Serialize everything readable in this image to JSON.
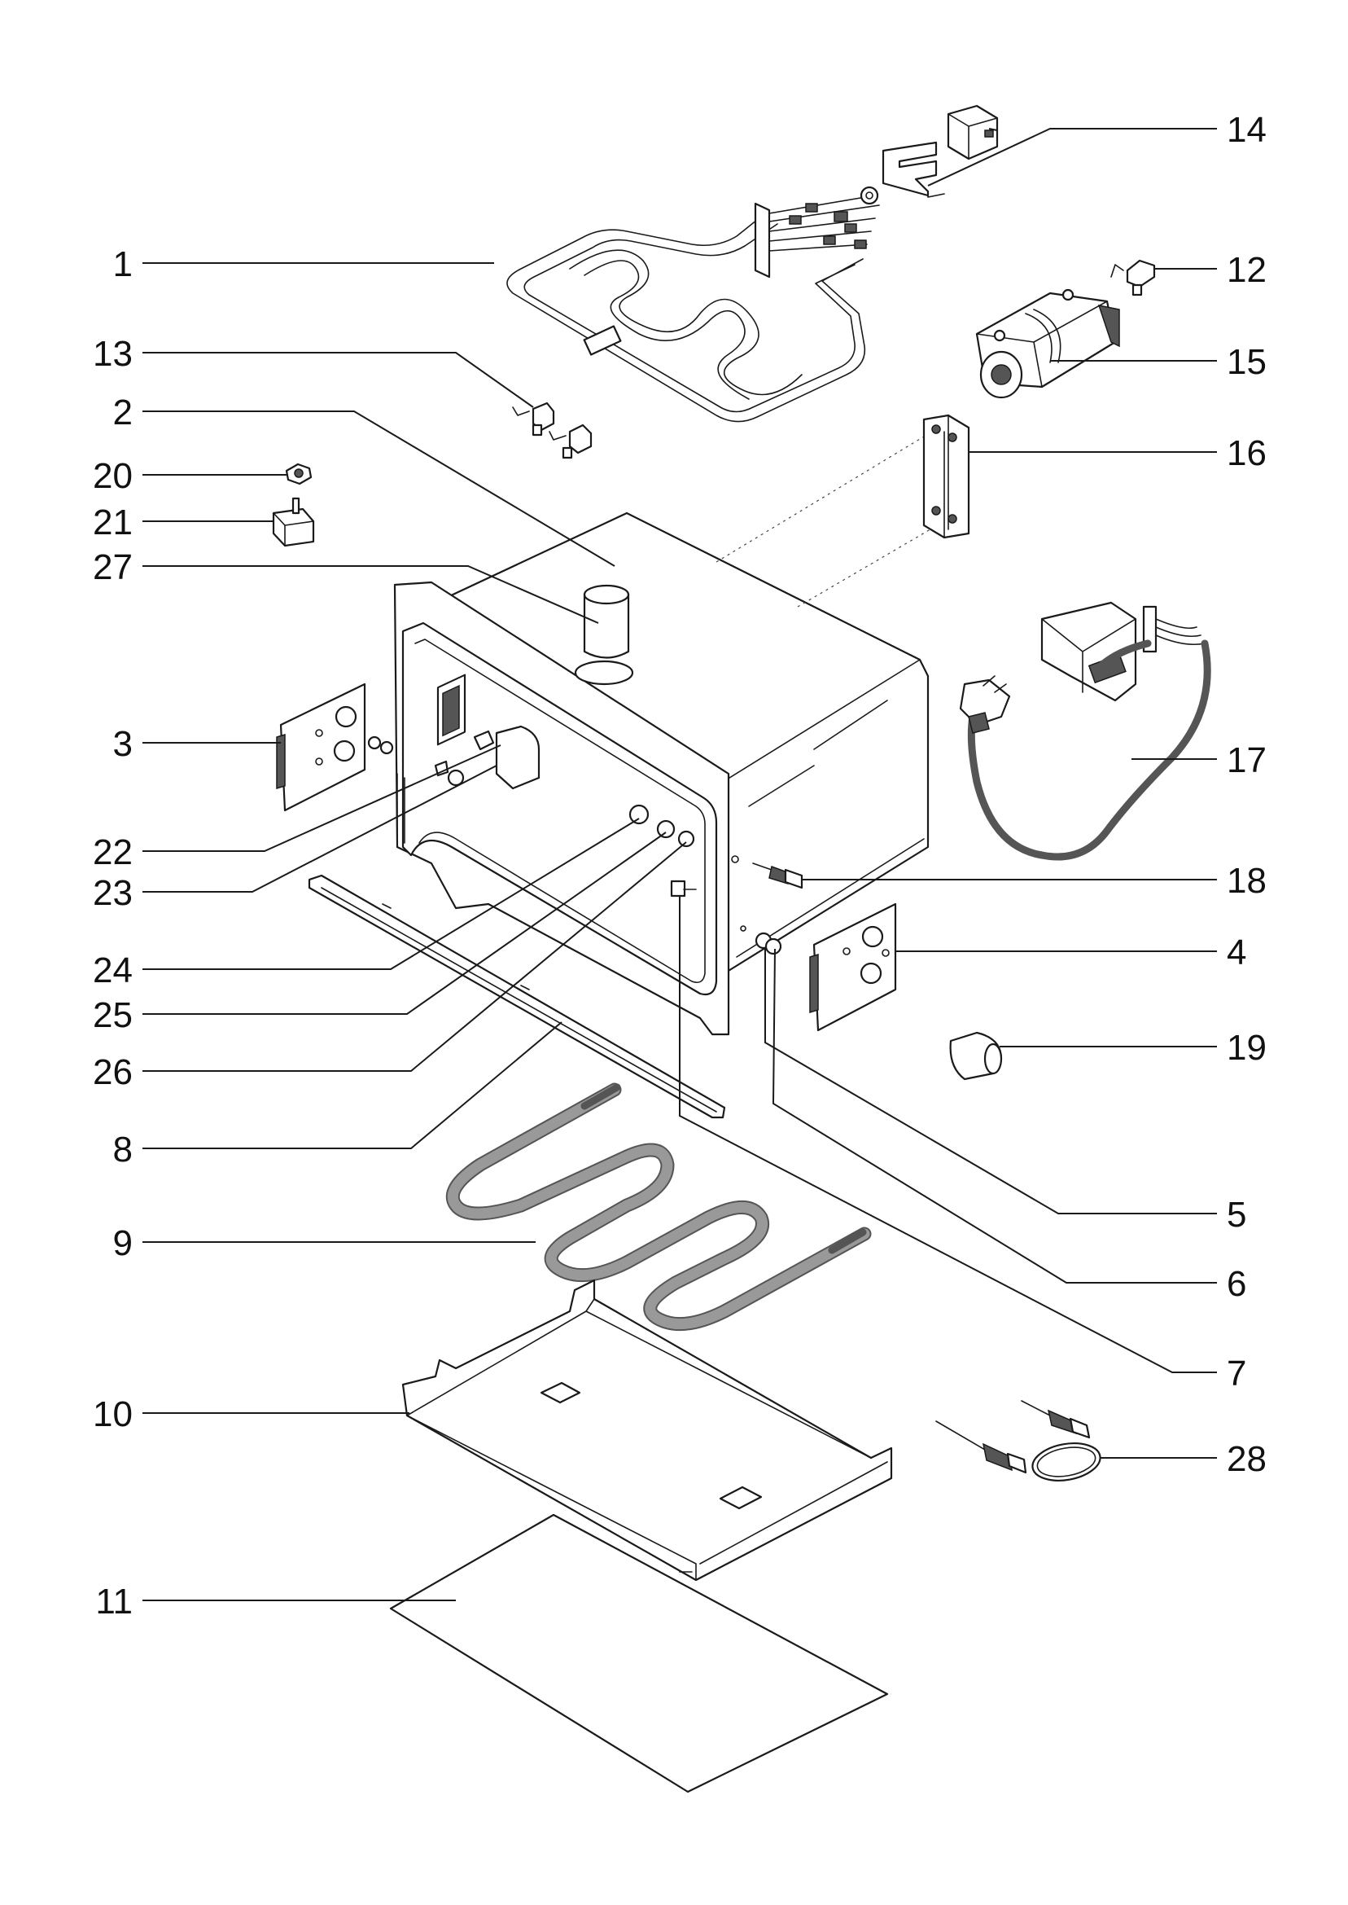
{
  "callouts": [
    {
      "id": "1"
    },
    {
      "id": "2"
    },
    {
      "id": "3"
    },
    {
      "id": "4"
    },
    {
      "id": "5"
    },
    {
      "id": "6"
    },
    {
      "id": "7"
    },
    {
      "id": "8"
    },
    {
      "id": "9"
    },
    {
      "id": "10"
    },
    {
      "id": "11"
    },
    {
      "id": "12"
    },
    {
      "id": "13"
    },
    {
      "id": "14"
    },
    {
      "id": "15"
    },
    {
      "id": "16"
    },
    {
      "id": "17"
    },
    {
      "id": "18"
    },
    {
      "id": "19"
    },
    {
      "id": "20"
    },
    {
      "id": "21"
    },
    {
      "id": "22"
    },
    {
      "id": "23"
    },
    {
      "id": "24"
    },
    {
      "id": "25"
    },
    {
      "id": "26"
    },
    {
      "id": "27"
    },
    {
      "id": "28"
    }
  ]
}
